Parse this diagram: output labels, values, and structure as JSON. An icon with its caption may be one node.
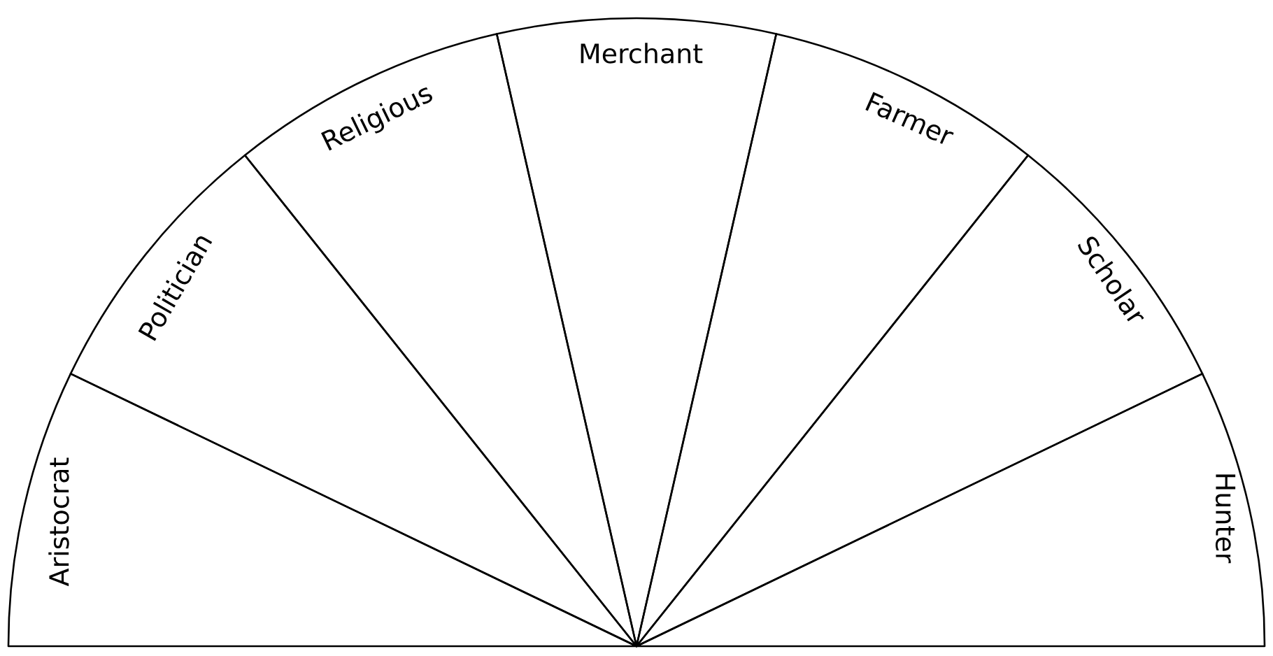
{
  "diagram": {
    "nodes": [
      {
        "text": [
          "Aristocrat"
        ]
      },
      {
        "text": [
          "Politician"
        ]
      },
      {
        "text": [
          "Religious"
        ]
      },
      {
        "text": [
          "Merchant"
        ]
      },
      {
        "text": [
          "Farmer"
        ]
      },
      {
        "text": [
          "Scholar"
        ]
      },
      {
        "text": [
          "Hunter"
        ]
      }
    ]
  }
}
